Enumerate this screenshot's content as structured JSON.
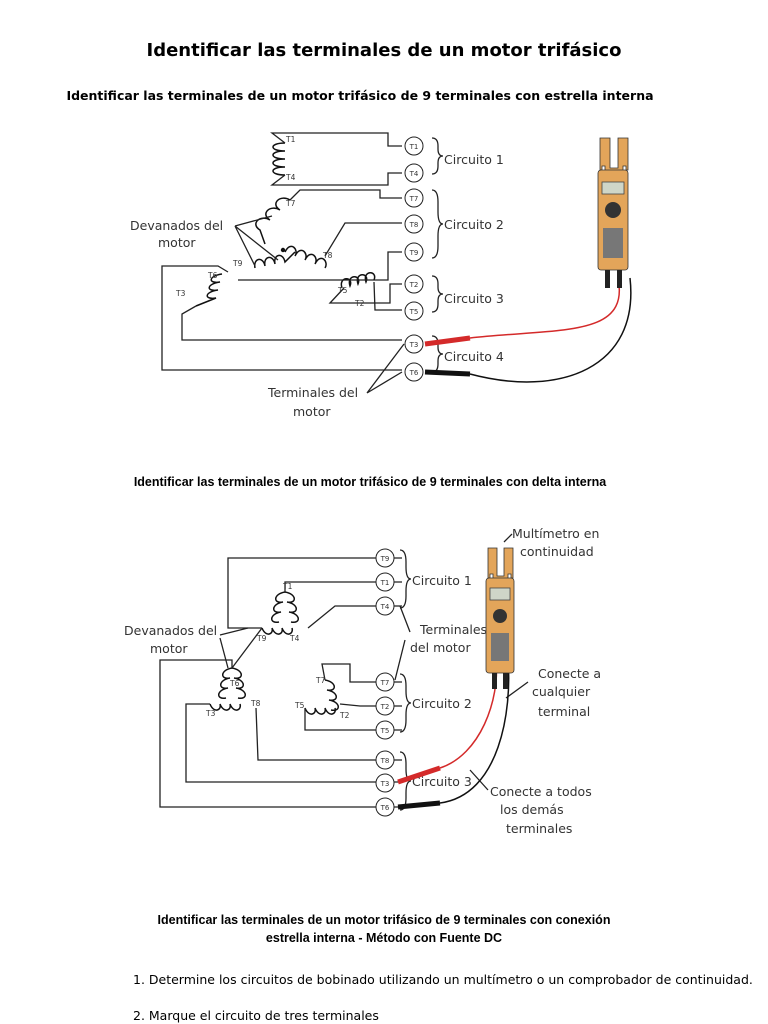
{
  "title": "Identificar las terminales de un motor trifásico",
  "section1": {
    "heading": "Identificar las terminales de un motor trifásico de 9 terminales con estrella interna",
    "terminals": [
      "T1",
      "T4",
      "T7",
      "T8",
      "T9",
      "T2",
      "T5",
      "T3",
      "T6"
    ],
    "coil_labels": {
      "t1": "T1",
      "t4": "T4",
      "t7": "T7",
      "t8": "T8",
      "t9": "T9",
      "t6": "T6",
      "t3": "T3",
      "t5": "T5",
      "t2": "T2"
    },
    "circuits": [
      "Circuito 1",
      "Circuito 2",
      "Circuito 3",
      "Circuito 4"
    ],
    "windings_label": [
      "Devanados del",
      "motor"
    ],
    "terminals_label": [
      "Terminales del",
      "motor"
    ]
  },
  "section2": {
    "heading": "Identificar las terminales de un motor trifásico de 9 terminales con delta interna",
    "terminals": [
      "T9",
      "T1",
      "T4",
      "T7",
      "T2",
      "T5",
      "T8",
      "T3",
      "T6"
    ],
    "coil_labels": {
      "t1": "T1",
      "t9": "T9",
      "t4": "T4",
      "t6": "T6",
      "t3": "T3",
      "t8": "T8",
      "t7": "T7",
      "t5": "T5",
      "t2": "T2"
    },
    "circuits": [
      "Circuito 1",
      "Circuito 2",
      "Circuito 3"
    ],
    "windings_label": [
      "Devanados del",
      "motor"
    ],
    "terminals_label": [
      "Terminales",
      "del motor"
    ],
    "multimeter_label": [
      "Multímetro en",
      "continuidad"
    ],
    "connect_any_label": [
      "Conecte a",
      "cualquier",
      "terminal"
    ],
    "connect_all_label": [
      "Conecte a todos",
      "los demás",
      "terminales"
    ]
  },
  "section3": {
    "heading_line1": "Identificar las terminales de un motor trifásico de 9 terminales con conexión",
    "heading_line2": "estrella interna - Método con Fuente DC",
    "steps": [
      "1. Determine los circuitos de bobinado utilizando un multímetro o un comprobador de continuidad.",
      "2. Marque el circuito de tres terminales"
    ]
  },
  "colors": {
    "red_lead": "#d42a2a",
    "black_lead": "#111111",
    "meter_body": "#e3a55a"
  }
}
